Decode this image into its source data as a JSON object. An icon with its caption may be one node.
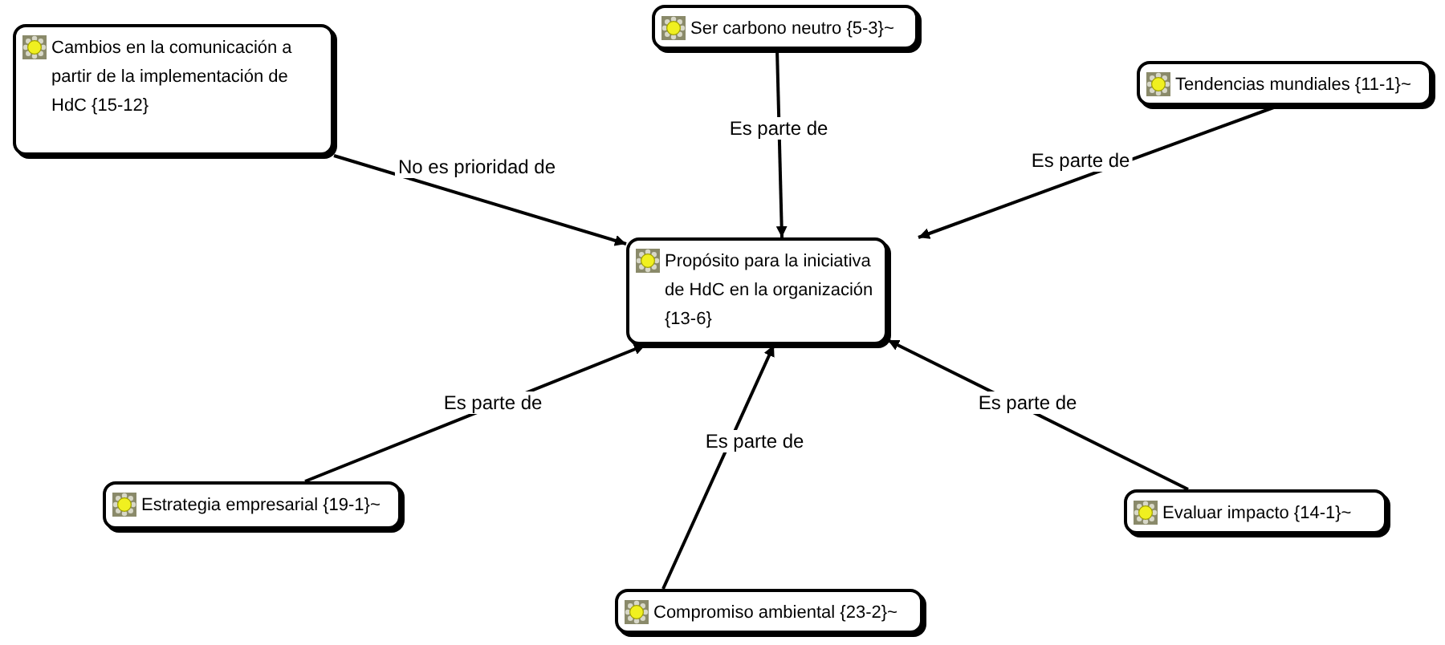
{
  "diagram": {
    "nodes": [
      {
        "text": [
          "Cambios en la comunicación a partir de la implementación de HdC {15-12}"
        ]
      },
      {
        "text": [
          "Ser carbono neutro {5-3}~"
        ]
      },
      {
        "text": [
          "Tendencias mundiales {11-1}~"
        ]
      },
      {
        "text": [
          "Propósito para la iniciativa de HdC en la organización {13-6}"
        ]
      },
      {
        "text": [
          "Estrategia empresarial {19-1}~"
        ]
      },
      {
        "text": [
          "Evaluar impacto {14-1}~"
        ]
      },
      {
        "text": [
          "Compromiso ambiental {23-2}~"
        ]
      }
    ],
    "edges": [
      {
        "from": 0,
        "to": 3,
        "arrow": "to",
        "label": "No es prioridad de"
      },
      {
        "from": 1,
        "to": 3,
        "arrow": "to",
        "label": "Es parte de"
      },
      {
        "from": 2,
        "to": 3,
        "arrow": "to",
        "label": "Es parte de"
      },
      {
        "from": 4,
        "to": 3,
        "arrow": "to",
        "label": "Es parte de"
      },
      {
        "from": 5,
        "to": 3,
        "arrow": "to",
        "label": "Es parte de"
      },
      {
        "from": 6,
        "to": 3,
        "arrow": "to",
        "label": "Es parte de"
      }
    ]
  }
}
